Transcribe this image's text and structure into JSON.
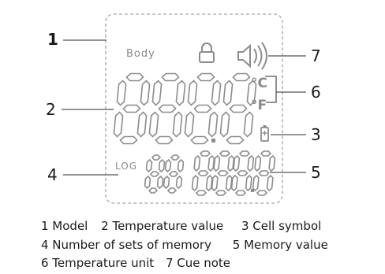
{
  "display": {
    "body_label": "Body",
    "log_label": "LOG",
    "unit_c": "°C",
    "unit_f": "°F"
  },
  "callouts": {
    "c1": "1",
    "c2": "2",
    "c3": "3",
    "c4": "4",
    "c5": "5",
    "c6": "6",
    "c7": "7"
  },
  "legend": {
    "line1": [
      "1 Model",
      "2 Temperature value",
      "3 Cell symbol"
    ],
    "line2": [
      "4 Number of sets of memory",
      "5 Memory value"
    ],
    "line3": [
      "6 Temperature unit",
      "7 Cue note"
    ]
  },
  "colors": {
    "segment": "#8c8c8c",
    "frame": "#b5b5b5",
    "line": "#555555",
    "text": "#1a1a1a"
  }
}
